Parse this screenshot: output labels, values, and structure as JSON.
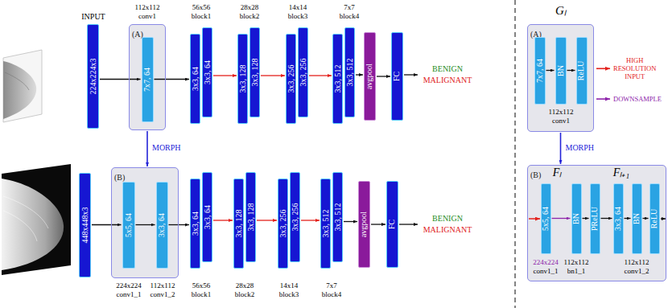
{
  "diagram": {
    "nodes": [
      {
        "text": [
          "224x224x3"
        ]
      },
      {
        "text": [
          "(A)"
        ]
      },
      {
        "text": [
          "7x7, 64"
        ],
        "in": 1
      },
      {
        "text": [
          "3x3, 64"
        ]
      },
      {
        "text": [
          "3x3, 64"
        ]
      },
      {
        "text": [
          "3x3, 128"
        ]
      },
      {
        "text": [
          "3x3, 128"
        ]
      },
      {
        "text": [
          "3x3, 256"
        ]
      },
      {
        "text": [
          "3x3, 256"
        ]
      },
      {
        "text": [
          "3x3, 512"
        ]
      },
      {
        "text": [
          "3x3, 512"
        ]
      },
      {
        "text": [
          "avgpool"
        ]
      },
      {
        "text": [
          "FC"
        ]
      },
      {
        "text": [
          "448x448x3"
        ]
      },
      {
        "text": [
          "(B)"
        ]
      },
      {
        "text": [
          "5x5, 64"
        ],
        "in": 14
      },
      {
        "text": [
          "3x3, 64"
        ],
        "in": 14
      },
      {
        "text": [
          "3x3, 64"
        ]
      },
      {
        "text": [
          "3x3, 64"
        ]
      },
      {
        "text": [
          "3x3, 128"
        ]
      },
      {
        "text": [
          "3x3, 128"
        ]
      },
      {
        "text": [
          "3x3, 256"
        ]
      },
      {
        "text": [
          "3x3, 256"
        ]
      },
      {
        "text": [
          "3x3, 512"
        ]
      },
      {
        "text": [
          "3x3, 512"
        ]
      },
      {
        "text": [
          "avgpool"
        ]
      },
      {
        "text": [
          "FC"
        ]
      },
      {
        "text": [
          "(A)"
        ]
      },
      {
        "text": [
          "7x7, 64"
        ],
        "in": 27
      },
      {
        "text": [
          "BN"
        ],
        "in": 27
      },
      {
        "text": [
          "ReLU"
        ],
        "in": 27
      },
      {
        "text": [
          "(B)"
        ]
      },
      {
        "text": [
          "5x5, 64"
        ],
        "in": 31
      },
      {
        "text": [
          "BN"
        ],
        "in": 31
      },
      {
        "text": [
          "PReLU"
        ],
        "in": 31
      },
      {
        "text": [
          "3x3, 64"
        ],
        "in": 31
      },
      {
        "text": [
          "BN"
        ],
        "in": 31
      },
      {
        "text": [
          "ReLU"
        ],
        "in": 31
      }
    ],
    "edges": [
      {
        "from": 0,
        "to": 2,
        "arrow": "to"
      },
      {
        "from": 2,
        "to": 3,
        "arrow": "to"
      },
      {
        "from": 4,
        "to": 5,
        "arrow": "to"
      },
      {
        "from": 6,
        "to": 7,
        "arrow": "to"
      },
      {
        "from": 8,
        "to": 9,
        "arrow": "to"
      },
      {
        "from": 10,
        "to": 11,
        "arrow": "to"
      },
      {
        "from": 11,
        "to": 12,
        "arrow": "to"
      },
      {
        "from": 13,
        "to": 15,
        "arrow": "to"
      },
      {
        "from": 15,
        "to": 16,
        "arrow": "to"
      },
      {
        "from": 16,
        "to": 17,
        "arrow": "to"
      },
      {
        "from": 18,
        "to": 19,
        "arrow": "to"
      },
      {
        "from": 20,
        "to": 21,
        "arrow": "to"
      },
      {
        "from": 22,
        "to": 23,
        "arrow": "to"
      },
      {
        "from": 24,
        "to": 25,
        "arrow": "to"
      },
      {
        "from": 25,
        "to": 26,
        "arrow": "to"
      },
      {
        "from": 1,
        "to": 14,
        "label": "MORPH",
        "arrow": "to"
      },
      {
        "from": 28,
        "to": 29,
        "arrow": "to"
      },
      {
        "from": 29,
        "to": 30,
        "arrow": "to"
      },
      {
        "from": 27,
        "to": 31,
        "label": "MORPH",
        "arrow": "to"
      },
      {
        "from": 32,
        "to": 33,
        "arrow": "to"
      },
      {
        "from": 33,
        "to": 34,
        "arrow": "to"
      },
      {
        "from": 34,
        "to": 35,
        "arrow": "to"
      },
      {
        "from": 35,
        "to": 36,
        "arrow": "to"
      },
      {
        "from": 36,
        "to": 37,
        "arrow": "to"
      }
    ],
    "labels": [
      "INPUT",
      "112x112 conv1",
      "56x56 block1",
      "28x28 block2",
      "14x14 block3",
      "7x7 block4",
      "BENIGN",
      "MALIGNANT",
      "224x224 conv1_1",
      "112x112 conv1_2",
      "56x56 block1",
      "28x28 block2",
      "14x14 block3",
      "7x7 block4",
      "BENIGN",
      "MALIGNANT",
      "Gₗ",
      "112x112 conv1",
      "Fₗ",
      "Fₗ₊₁",
      "224x224",
      "conv1_1",
      "112x112 bn1_1",
      "112x112 conv1_2"
    ],
    "legend": [
      {
        "text": "HIGH RESOLUTION INPUT"
      },
      {
        "text": "DOWNSAMPLE"
      }
    ]
  }
}
